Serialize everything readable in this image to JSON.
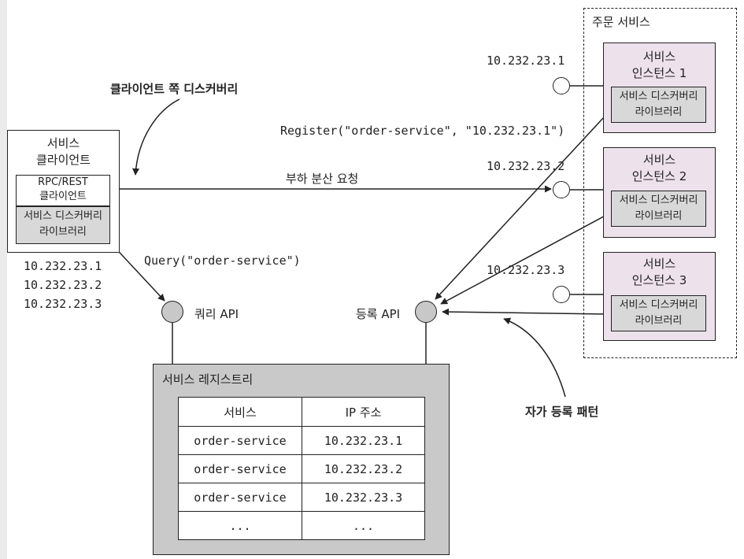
{
  "client": {
    "title_line1": "서비스",
    "title_line2": "클라이언트",
    "rpc_line1": "RPC/REST",
    "rpc_line2": "클라이언트",
    "lib_line1": "서비스 디스커버리",
    "lib_line2": "라이브러리",
    "ips": [
      "10.232.23.1",
      "10.232.23.2",
      "10.232.23.3"
    ]
  },
  "annotations": {
    "client_side_discovery": "클라이언트 쪽 디스커버리",
    "self_registration": "자가 등록 패턴",
    "register_call": "Register(\"order-service\", \"10.232.23.1\")",
    "load_balanced_request": "부하 분산 요청",
    "query_call": "Query(\"order-service\")"
  },
  "apis": {
    "query_api": "쿼리 API",
    "register_api": "등록 API"
  },
  "order_service": {
    "title": "주문 서비스",
    "instances": [
      {
        "line1": "서비스",
        "line2": "인스턴스 1",
        "lib1": "서비스 디스커버리",
        "lib2": "라이브러리",
        "ip": "10.232.23.1"
      },
      {
        "line1": "서비스",
        "line2": "인스턴스 2",
        "lib1": "서비스 디스커버리",
        "lib2": "라이브러리",
        "ip": "10.232.23.2"
      },
      {
        "line1": "서비스",
        "line2": "인스턴스 3",
        "lib1": "서비스 디스커버리",
        "lib2": "라이브러리",
        "ip": "10.232.23.3"
      }
    ]
  },
  "registry": {
    "title": "서비스 레지스트리",
    "headers": [
      "서비스",
      "IP 주소"
    ],
    "rows": [
      [
        "order-service",
        "10.232.23.1"
      ],
      [
        "order-service",
        "10.232.23.2"
      ],
      [
        "order-service",
        "10.232.23.3"
      ],
      [
        "...",
        "..."
      ]
    ]
  },
  "colors": {
    "instance_fill": "#ede1ec",
    "library_fill": "#d8d8d8",
    "registry_fill": "#c9c9c9",
    "api_fill": "#c8c8c8"
  }
}
